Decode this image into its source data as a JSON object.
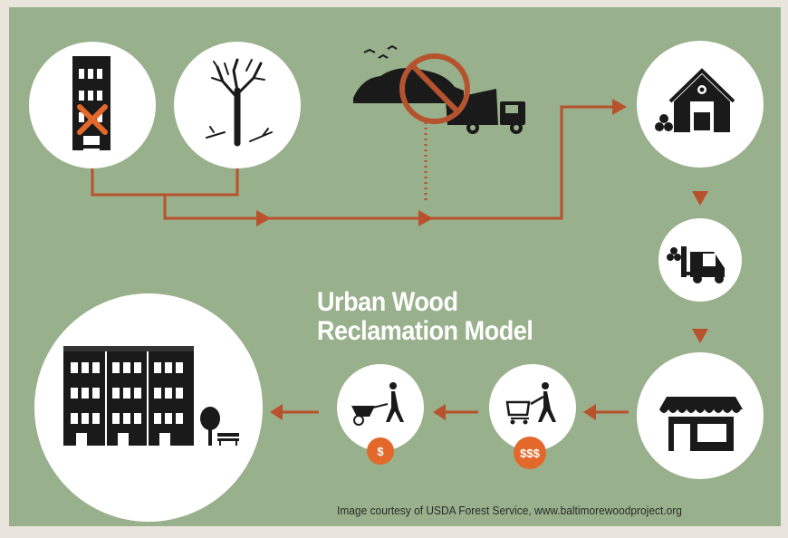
{
  "title": {
    "line1": "Urban Wood",
    "line2": "Reclamation Model"
  },
  "badges": {
    "low_price": "$",
    "high_price": "$$$"
  },
  "credit": "Image courtesy of USDA Forest Service, www.baltimorewoodproject.org",
  "colors": {
    "background": "#98b08c",
    "frame": "#e9e4dc",
    "arrow": "#b8522d",
    "badge": "#e3692b",
    "no_symbol": "#b5532f",
    "circle": "#ffffff",
    "icon": "#1a1a1a"
  },
  "icons": [
    "abandoned-building-icon",
    "dead-tree-icon",
    "landfill-icon",
    "dump-truck-icon",
    "no-symbol-icon",
    "sawmill-barn-icon",
    "forklift-icon",
    "store-icon",
    "shopping-cart-icon",
    "wheelbarrow-icon",
    "rowhouses-icon",
    "park-tree-icon",
    "bench-icon"
  ]
}
